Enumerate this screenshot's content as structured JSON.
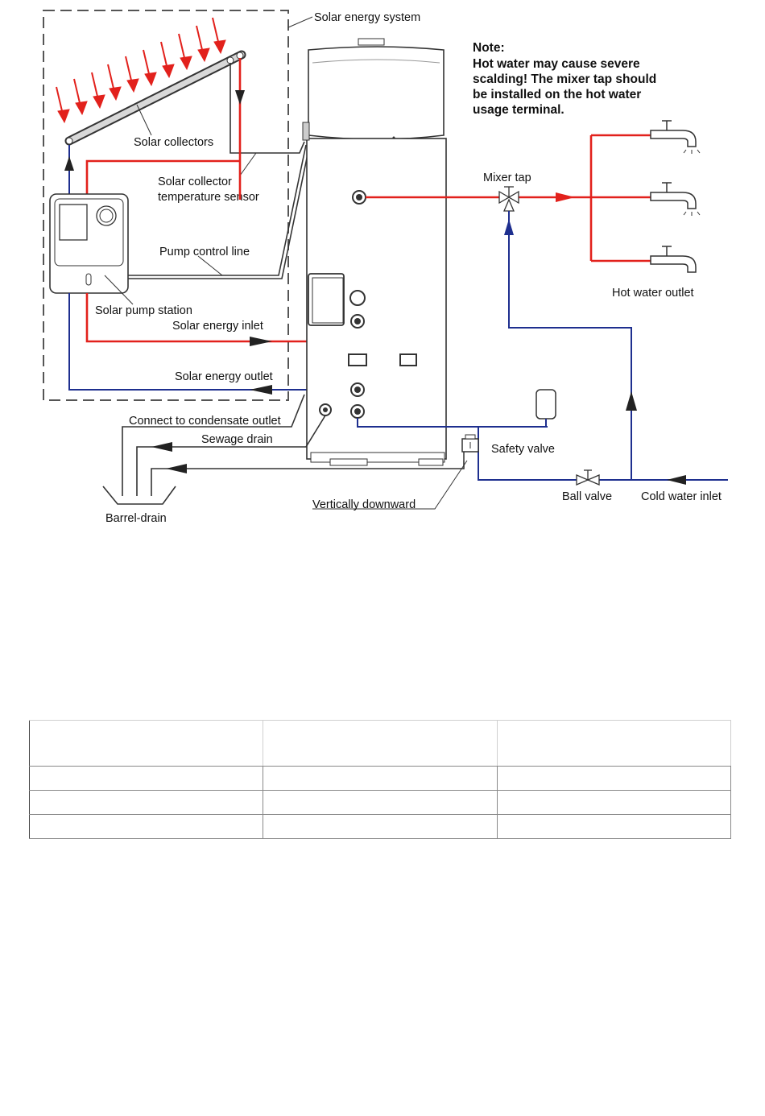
{
  "labels": {
    "solar_energy_system": "Solar energy system",
    "solar_collectors": "Solar collectors",
    "solar_collector_temperature_sensor_1": "Solar collector",
    "solar_collector_temperature_sensor_2": "temperature sensor",
    "pump_control_line": "Pump control line",
    "solar_pump_station": "Solar pump station",
    "solar_energy_inlet": "Solar energy inlet",
    "solar_energy_outlet": "Solar energy outlet",
    "connect_to_condensate_outlet": "Connect to condensate outlet",
    "sewage_drain": "Sewage drain",
    "barrel_drain": "Barrel-drain",
    "vertically_downward": "Vertically downward",
    "mixer_tap": "Mixer tap",
    "hot_water_outlet": "Hot water outlet",
    "safety_valve": "Safety valve",
    "ball_valve": "Ball valve",
    "cold_water_inlet": "Cold water inlet"
  },
  "note": {
    "title": "Note:",
    "lines": [
      "Hot water may cause severe",
      "scalding! The mixer tap should",
      "be installed on the hot water",
      "usage terminal."
    ]
  },
  "colors": {
    "hot_pipe": "#e2211c",
    "cold_pipe": "#1e2f8f",
    "outline": "#333333"
  },
  "table": {
    "header": [
      "",
      "",
      ""
    ],
    "rows": [
      [
        "",
        "",
        ""
      ],
      [
        "",
        "",
        ""
      ],
      [
        "",
        "",
        ""
      ]
    ]
  }
}
